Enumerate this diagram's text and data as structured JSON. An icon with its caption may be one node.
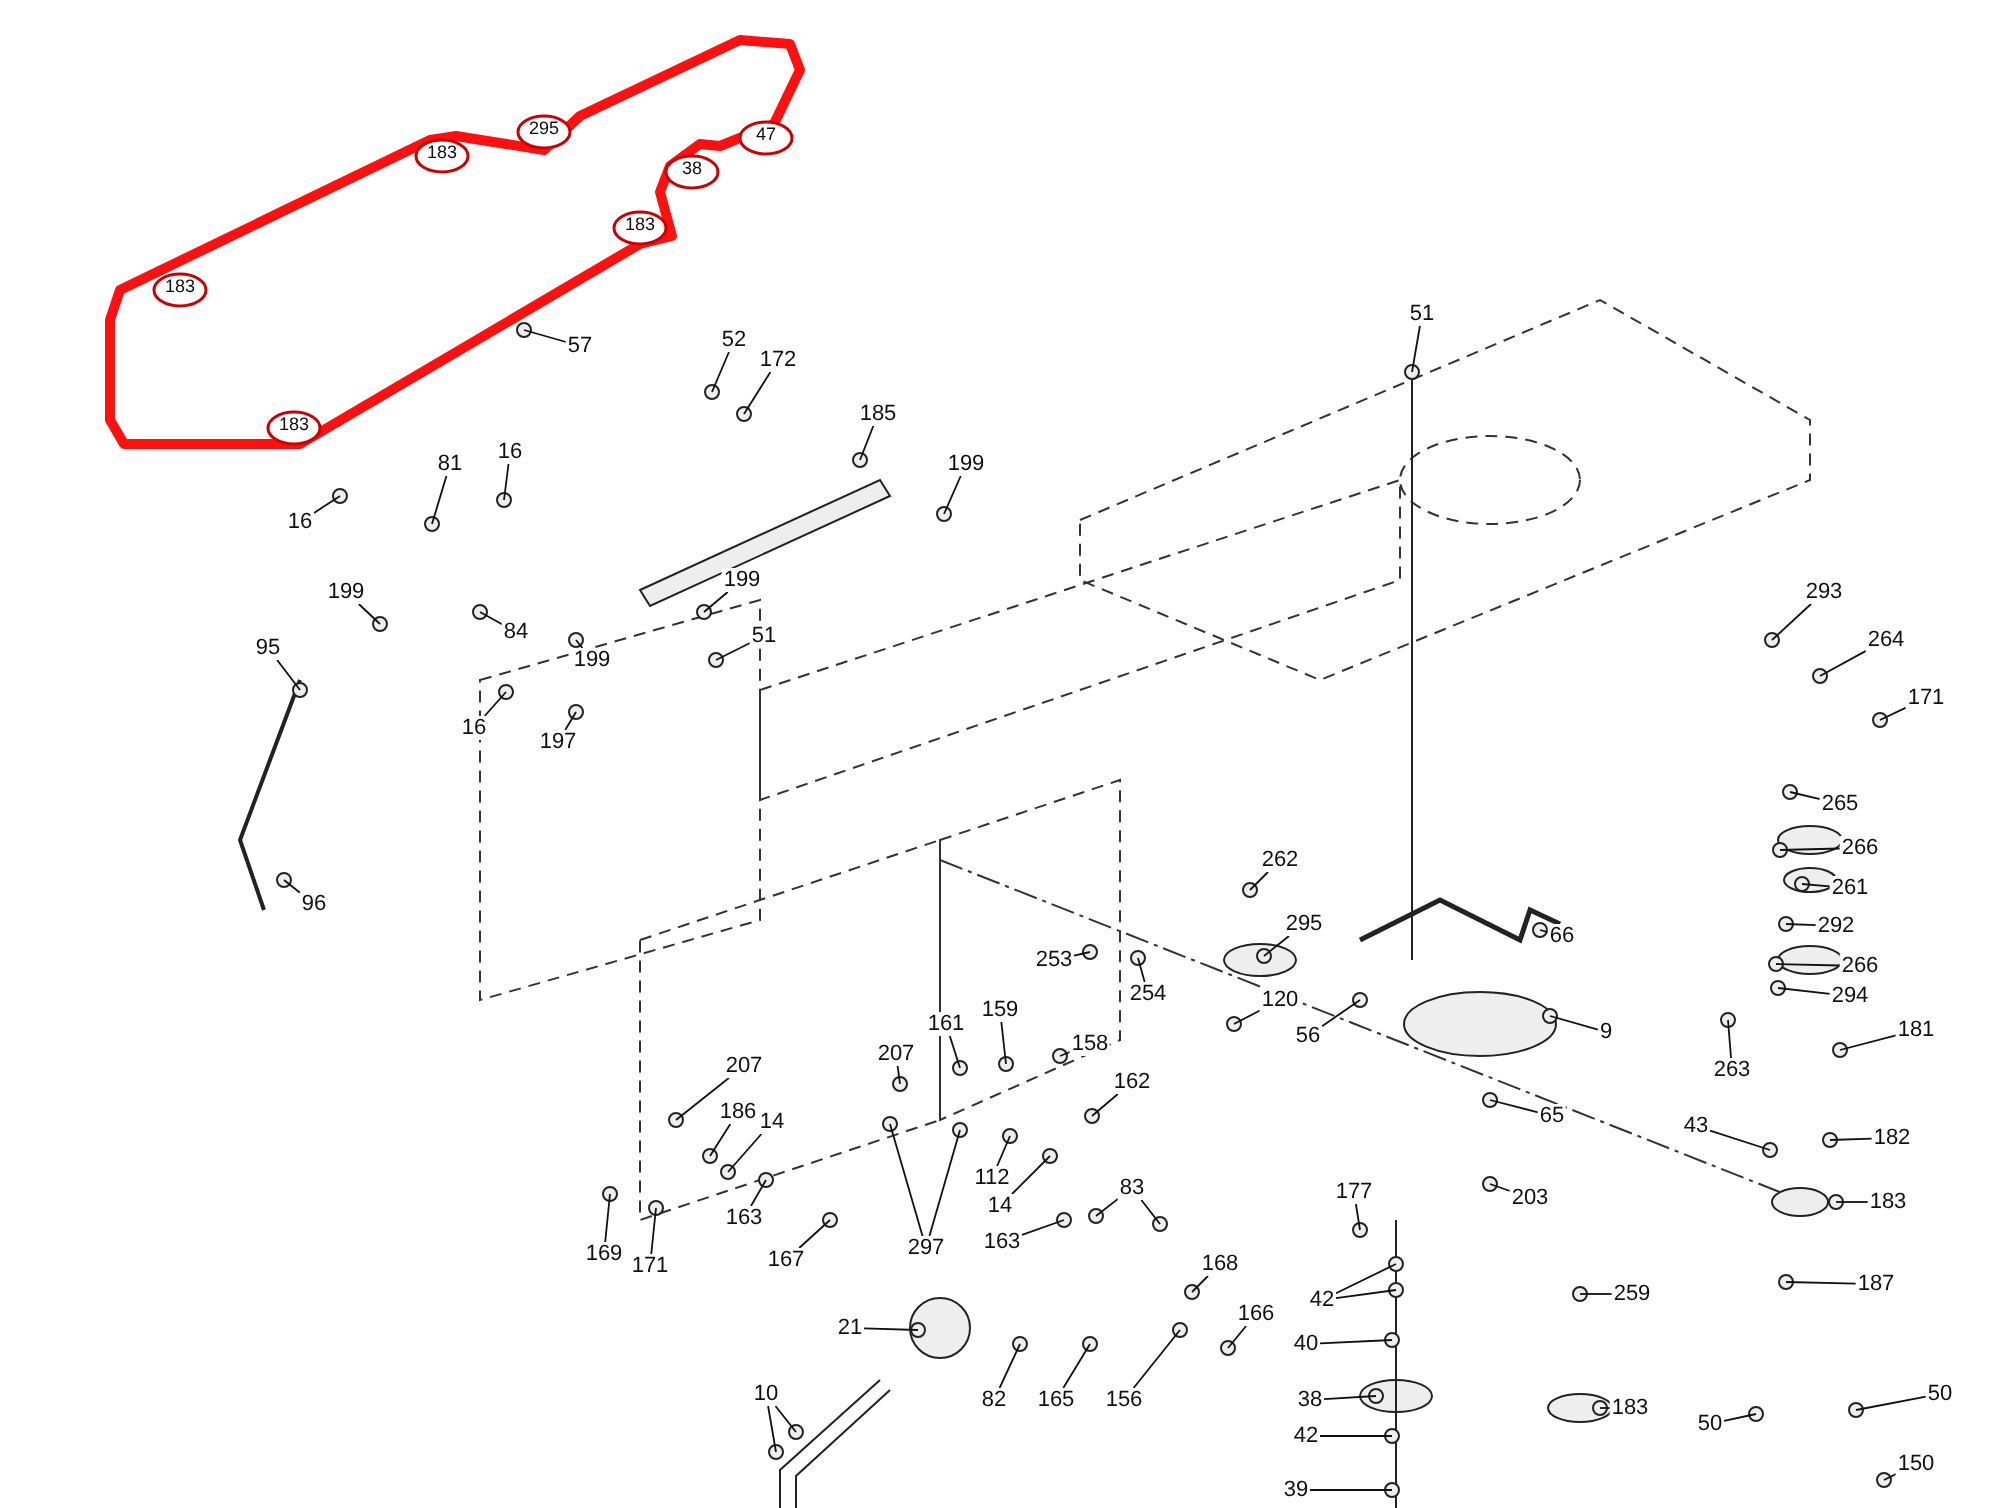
{
  "diagram": {
    "nodes": [
      {
        "text": [
          "57"
        ]
      },
      {
        "text": [
          "51"
        ]
      },
      {
        "text": [
          "52"
        ]
      },
      {
        "text": [
          "172"
        ]
      },
      {
        "text": [
          "185"
        ]
      },
      {
        "text": [
          "16"
        ]
      },
      {
        "text": [
          "81"
        ]
      },
      {
        "text": [
          "199"
        ]
      },
      {
        "text": [
          "16"
        ]
      },
      {
        "text": [
          "199"
        ]
      },
      {
        "text": [
          "84"
        ]
      },
      {
        "text": [
          "199"
        ]
      },
      {
        "text": [
          "199"
        ]
      },
      {
        "text": [
          "51"
        ]
      },
      {
        "text": [
          "95"
        ]
      },
      {
        "text": [
          "16"
        ]
      },
      {
        "text": [
          "197"
        ]
      },
      {
        "text": [
          "293"
        ]
      },
      {
        "text": [
          "264"
        ]
      },
      {
        "text": [
          "171"
        ]
      },
      {
        "text": [
          "265"
        ]
      },
      {
        "text": [
          "266"
        ]
      },
      {
        "text": [
          "261"
        ]
      },
      {
        "text": [
          "262"
        ]
      },
      {
        "text": [
          "292"
        ]
      },
      {
        "text": [
          "66"
        ]
      },
      {
        "text": [
          "295"
        ]
      },
      {
        "text": [
          "253"
        ]
      },
      {
        "text": [
          "266"
        ]
      },
      {
        "text": [
          "254"
        ]
      },
      {
        "text": [
          "294"
        ]
      },
      {
        "text": [
          "120"
        ]
      },
      {
        "text": [
          "161"
        ]
      },
      {
        "text": [
          "159"
        ]
      },
      {
        "text": [
          "181"
        ]
      },
      {
        "text": [
          "56"
        ]
      },
      {
        "text": [
          "9"
        ]
      },
      {
        "text": [
          "158"
        ]
      },
      {
        "text": [
          "207"
        ]
      },
      {
        "text": [
          "207"
        ]
      },
      {
        "text": [
          "263"
        ]
      },
      {
        "text": [
          "162"
        ]
      },
      {
        "text": [
          "186"
        ]
      },
      {
        "text": [
          "14"
        ]
      },
      {
        "text": [
          "65"
        ]
      },
      {
        "text": [
          "43"
        ]
      },
      {
        "text": [
          "182"
        ]
      },
      {
        "text": [
          "112"
        ]
      },
      {
        "text": [
          "177"
        ]
      },
      {
        "text": [
          "83"
        ]
      },
      {
        "text": [
          "203"
        ]
      },
      {
        "text": [
          "183"
        ]
      },
      {
        "text": [
          "14"
        ]
      },
      {
        "text": [
          "163"
        ]
      },
      {
        "text": [
          "297"
        ]
      },
      {
        "text": [
          "169"
        ]
      },
      {
        "text": [
          "163"
        ]
      },
      {
        "text": [
          "171"
        ]
      },
      {
        "text": [
          "167"
        ]
      },
      {
        "text": [
          "168"
        ]
      },
      {
        "text": [
          "187"
        ]
      },
      {
        "text": [
          "42"
        ]
      },
      {
        "text": [
          "259"
        ]
      },
      {
        "text": [
          "166"
        ]
      },
      {
        "text": [
          "21"
        ]
      },
      {
        "text": [
          "40"
        ]
      },
      {
        "text": [
          "82"
        ]
      },
      {
        "text": [
          "165"
        ]
      },
      {
        "text": [
          "156"
        ]
      },
      {
        "text": [
          "10"
        ]
      },
      {
        "text": [
          "38"
        ]
      },
      {
        "text": [
          "50"
        ]
      },
      {
        "text": [
          "183"
        ]
      },
      {
        "text": [
          "50"
        ]
      },
      {
        "text": [
          "42"
        ]
      },
      {
        "text": [
          "150"
        ]
      },
      {
        "text": [
          "96"
        ]
      },
      {
        "text": [
          "39"
        ]
      }
    ],
    "edges": [
      {
        "from": 0,
        "to": null,
        "arrow": "none"
      },
      {
        "from": 1,
        "to": null,
        "arrow": "none"
      },
      {
        "from": 2,
        "to": null,
        "arrow": "none"
      },
      {
        "from": 3,
        "to": null,
        "arrow": "none"
      },
      {
        "from": 4,
        "to": null,
        "arrow": "none"
      },
      {
        "from": 5,
        "to": null,
        "arrow": "none"
      },
      {
        "from": 6,
        "to": null,
        "arrow": "none"
      },
      {
        "from": 7,
        "to": null,
        "arrow": "none"
      },
      {
        "from": 8,
        "to": null,
        "arrow": "none"
      },
      {
        "from": 9,
        "to": null,
        "arrow": "none"
      },
      {
        "from": 10,
        "to": null,
        "arrow": "none"
      },
      {
        "from": 11,
        "to": null,
        "arrow": "none"
      },
      {
        "from": 12,
        "to": null,
        "arrow": "none"
      },
      {
        "from": 13,
        "to": null,
        "arrow": "none"
      },
      {
        "from": 14,
        "to": null,
        "arrow": "none"
      },
      {
        "from": 15,
        "to": null,
        "arrow": "none"
      },
      {
        "from": 16,
        "to": null,
        "arrow": "none"
      },
      {
        "from": 17,
        "to": null,
        "arrow": "none"
      },
      {
        "from": 18,
        "to": null,
        "arrow": "none"
      },
      {
        "from": 19,
        "to": null,
        "arrow": "none"
      },
      {
        "from": 20,
        "to": null,
        "arrow": "none"
      },
      {
        "from": 21,
        "to": null,
        "arrow": "none"
      },
      {
        "from": 22,
        "to": null,
        "arrow": "none"
      },
      {
        "from": 23,
        "to": null,
        "arrow": "none"
      },
      {
        "from": 24,
        "to": null,
        "arrow": "none"
      },
      {
        "from": 25,
        "to": null,
        "arrow": "none"
      },
      {
        "from": 26,
        "to": null,
        "arrow": "none"
      },
      {
        "from": 27,
        "to": null,
        "arrow": "none"
      },
      {
        "from": 28,
        "to": null,
        "arrow": "none"
      },
      {
        "from": 29,
        "to": null,
        "arrow": "none"
      },
      {
        "from": 30,
        "to": null,
        "arrow": "none"
      },
      {
        "from": 31,
        "to": null,
        "arrow": "none"
      },
      {
        "from": 32,
        "to": null,
        "arrow": "none"
      },
      {
        "from": 33,
        "to": null,
        "arrow": "none"
      },
      {
        "from": 34,
        "to": null,
        "arrow": "none"
      },
      {
        "from": 35,
        "to": null,
        "arrow": "none"
      },
      {
        "from": 36,
        "to": null,
        "arrow": "none"
      },
      {
        "from": 37,
        "to": null,
        "arrow": "none"
      },
      {
        "from": 38,
        "to": null,
        "arrow": "none"
      },
      {
        "from": 39,
        "to": null,
        "arrow": "none"
      },
      {
        "from": 40,
        "to": null,
        "arrow": "none"
      },
      {
        "from": 41,
        "to": null,
        "arrow": "none"
      },
      {
        "from": 42,
        "to": null,
        "arrow": "none"
      },
      {
        "from": 43,
        "to": null,
        "arrow": "none"
      },
      {
        "from": 44,
        "to": null,
        "arrow": "none"
      },
      {
        "from": 45,
        "to": null,
        "arrow": "none"
      },
      {
        "from": 46,
        "to": null,
        "arrow": "none"
      },
      {
        "from": 47,
        "to": null,
        "arrow": "none"
      },
      {
        "from": 48,
        "to": null,
        "arrow": "none"
      },
      {
        "from": 49,
        "to": null,
        "arrow": "none"
      },
      {
        "from": 49,
        "to": null,
        "arrow": "none"
      },
      {
        "from": 50,
        "to": null,
        "arrow": "none"
      },
      {
        "from": 51,
        "to": null,
        "arrow": "none"
      },
      {
        "from": 52,
        "to": null,
        "arrow": "none"
      },
      {
        "from": 53,
        "to": null,
        "arrow": "none"
      },
      {
        "from": 54,
        "to": null,
        "arrow": "none"
      },
      {
        "from": 54,
        "to": null,
        "arrow": "none"
      },
      {
        "from": 55,
        "to": null,
        "arrow": "none"
      },
      {
        "from": 56,
        "to": null,
        "arrow": "none"
      },
      {
        "from": 57,
        "to": null,
        "arrow": "none"
      },
      {
        "from": 58,
        "to": null,
        "arrow": "none"
      },
      {
        "from": 59,
        "to": null,
        "arrow": "none"
      },
      {
        "from": 60,
        "to": null,
        "arrow": "none"
      },
      {
        "from": 61,
        "to": null,
        "arrow": "none"
      },
      {
        "from": 61,
        "to": null,
        "arrow": "none"
      },
      {
        "from": 62,
        "to": null,
        "arrow": "none"
      },
      {
        "from": 63,
        "to": null,
        "arrow": "none"
      },
      {
        "from": 64,
        "to": null,
        "arrow": "none"
      },
      {
        "from": 65,
        "to": null,
        "arrow": "none"
      },
      {
        "from": 66,
        "to": null,
        "arrow": "none"
      },
      {
        "from": 67,
        "to": null,
        "arrow": "none"
      },
      {
        "from": 68,
        "to": null,
        "arrow": "none"
      },
      {
        "from": 69,
        "to": null,
        "arrow": "none"
      },
      {
        "from": 69,
        "to": null,
        "arrow": "none"
      },
      {
        "from": 70,
        "to": null,
        "arrow": "none"
      },
      {
        "from": 71,
        "to": null,
        "arrow": "none"
      },
      {
        "from": 72,
        "to": null,
        "arrow": "none"
      },
      {
        "from": 73,
        "to": null,
        "arrow": "none"
      },
      {
        "from": 74,
        "to": null,
        "arrow": "none"
      },
      {
        "from": 75,
        "to": null,
        "arrow": "none"
      },
      {
        "from": 76,
        "to": null,
        "arrow": "none"
      },
      {
        "from": 77,
        "to": null,
        "arrow": "none"
      }
    ],
    "labels": [
      "295",
      "47",
      "183",
      "38",
      "183",
      "183",
      "183"
    ]
  }
}
